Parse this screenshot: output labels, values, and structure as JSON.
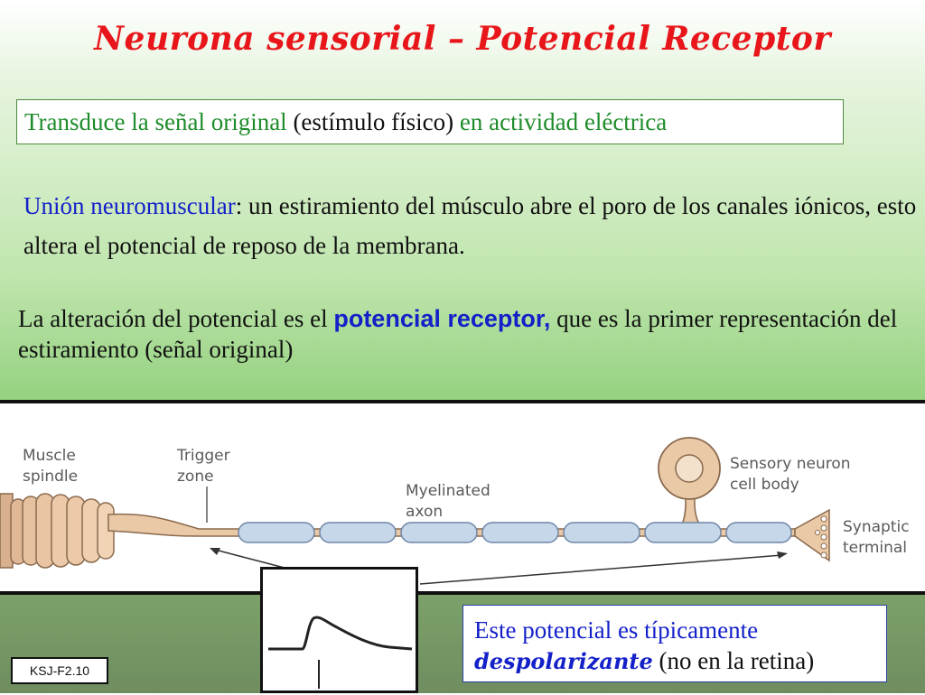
{
  "title": "Neurona sensorial – Potencial Receptor",
  "transduce": {
    "part1": "Transduce la señal original ",
    "part2": "(estímulo físico) ",
    "part3": "en actividad eléctrica"
  },
  "union": {
    "term": "Unión neuromuscular",
    "rest": ": un estiramiento del músculo abre el poro de los canales iónicos, esto altera el potencial de reposo de la membrana."
  },
  "alteration": {
    "lead": "La alteración del potencial es el ",
    "term": "potencial receptor,",
    "rest": " que es la primer representación del estiramiento (señal original)"
  },
  "diagram": {
    "labels": {
      "muscle_spindle_1": "Muscle",
      "muscle_spindle_2": "spindle",
      "trigger_zone_1": "Trigger",
      "trigger_zone_2": "zone",
      "myelinated_axon_1": "Myelinated",
      "myelinated_axon_2": "axon",
      "sensory_neuron_1": "Sensory neuron",
      "sensory_neuron_2": "cell body",
      "synaptic_terminal_1": "Synaptic",
      "synaptic_terminal_2": "terminal"
    },
    "colors": {
      "neuron_fill": "#e9c9a6",
      "neuron_stroke": "#8a6a4e",
      "myelin_fill": "#c6d7ea",
      "myelin_stroke": "#6f86a6"
    }
  },
  "despolarizante": {
    "line1": "Este potencial es típicamente",
    "emph": "despolarizante",
    "rest": " (no en la retina)"
  },
  "reference": "KSJ-F2.10"
}
